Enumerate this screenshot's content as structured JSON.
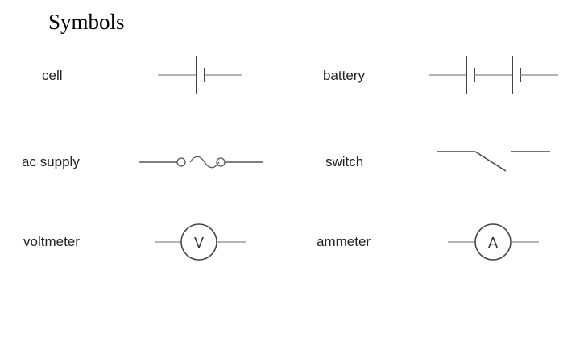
{
  "title": "Symbols",
  "symbols": [
    {
      "label": "cell"
    },
    {
      "label": "battery"
    },
    {
      "label": "ac supply"
    },
    {
      "label": "switch"
    },
    {
      "label": "voltmeter",
      "meter_letter": "V"
    },
    {
      "label": "ammeter",
      "meter_letter": "A"
    }
  ]
}
